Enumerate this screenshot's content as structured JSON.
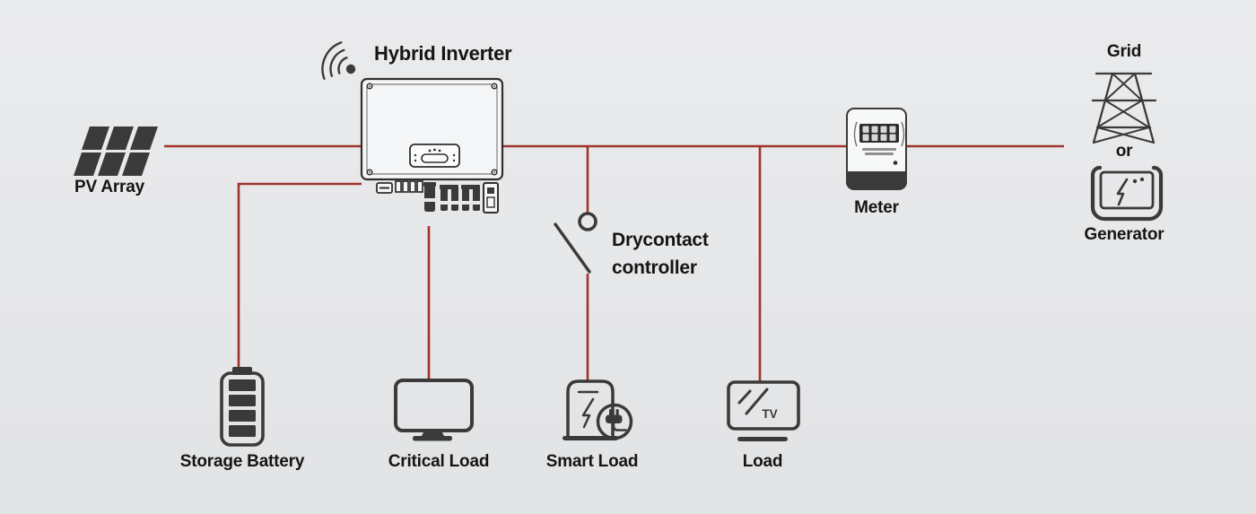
{
  "colors": {
    "background": "#e7e8ea",
    "wire": "#a0332b",
    "icon": "#3a3a3a",
    "text": "#151515"
  },
  "nodes": {
    "pv_array": {
      "label": "PV Array"
    },
    "hybrid_inverter": {
      "label": "Hybrid Inverter"
    },
    "storage_battery": {
      "label": "Storage Battery"
    },
    "critical_load": {
      "label": "Critical Load"
    },
    "smart_load": {
      "label": "Smart Load"
    },
    "drycontact_controller": {
      "label_line1": "Drycontact",
      "label_line2": "controller"
    },
    "load": {
      "label": "Load",
      "screen_text": "TV"
    },
    "meter": {
      "label": "Meter"
    },
    "grid": {
      "label": "Grid"
    },
    "or_separator": {
      "label": "or"
    },
    "generator": {
      "label": "Generator"
    }
  }
}
